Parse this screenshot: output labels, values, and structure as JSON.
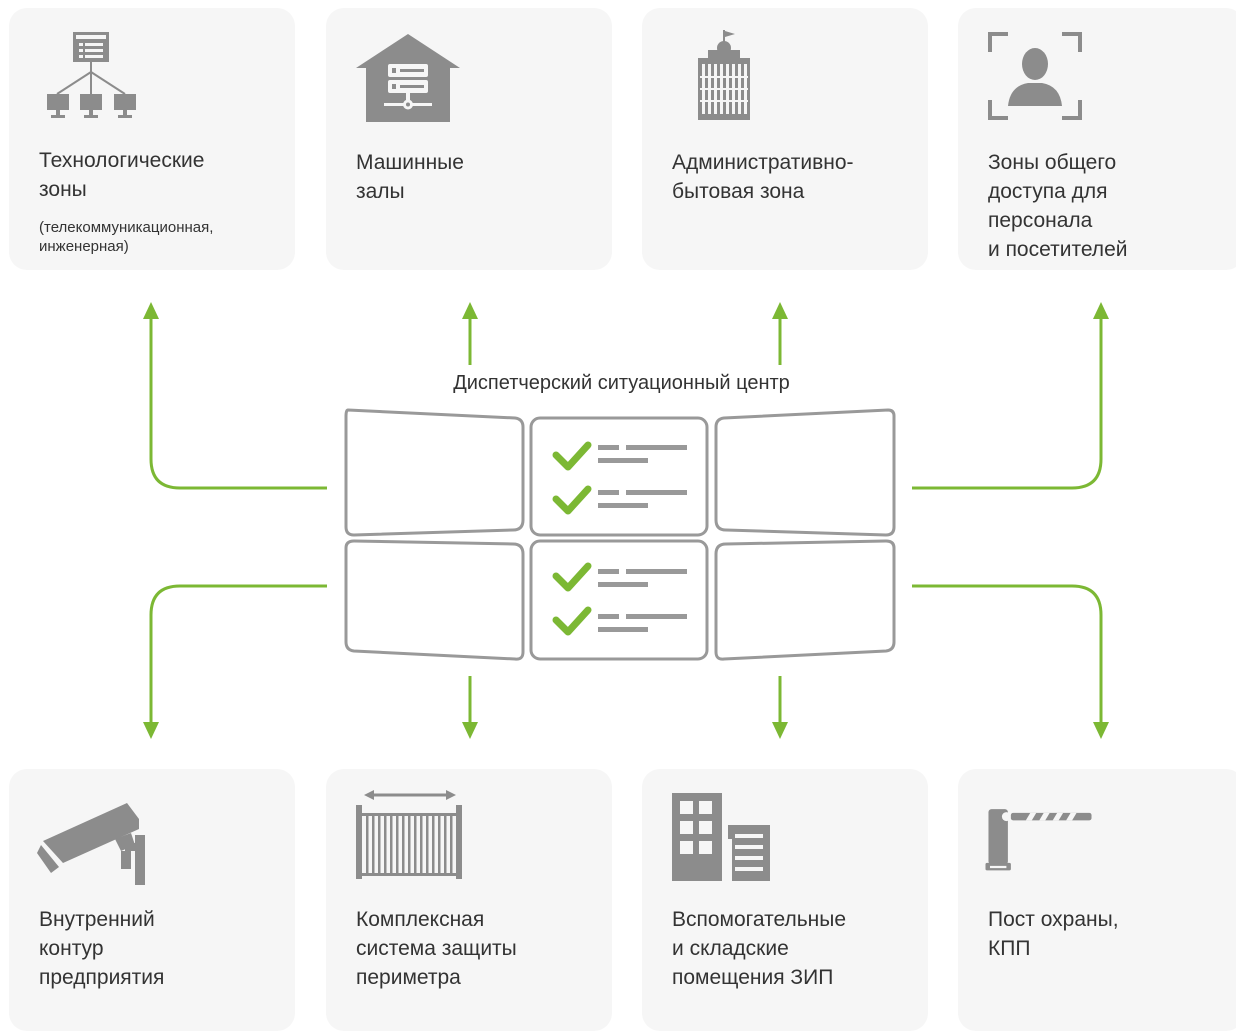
{
  "center": {
    "title": "Диспетчерский ситуационный центр"
  },
  "zones_top": [
    {
      "title": "Технологические\nзоны",
      "subtitle": "(телекоммуникационная,\nинженерная)",
      "icon": "network-workstations-icon"
    },
    {
      "title": "Машинные\nзалы",
      "icon": "server-house-icon"
    },
    {
      "title": "Административно-\nбытовая зона",
      "icon": "office-tower-icon"
    },
    {
      "title": "Зоны общего\nдоступа для\nперсонала\nи посетителей",
      "icon": "face-scan-icon"
    }
  ],
  "zones_bottom": [
    {
      "title": "Внутренний\nконтур\nпредприятия",
      "icon": "security-camera-icon"
    },
    {
      "title": "Комплексная\nсистема защиты\nпериметра",
      "icon": "perimeter-fence-icon"
    },
    {
      "title": "Вспомогательные\nи складские\nпомещения ЗИП",
      "icon": "warehouse-buildings-icon"
    },
    {
      "title": "Пост охраны,\nКПП",
      "icon": "barrier-gate-icon"
    }
  ],
  "colors": {
    "accent": "#7cb834",
    "icon": "#8c8c8c",
    "card": "#f6f6f6",
    "text": "#333333"
  }
}
